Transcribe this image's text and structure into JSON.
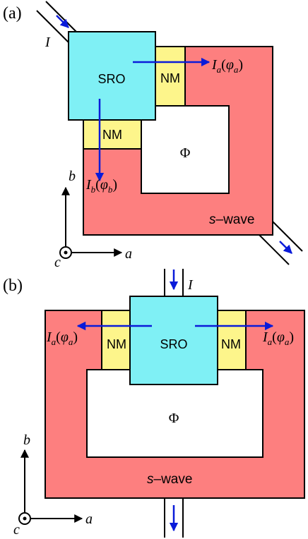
{
  "panels": [
    {
      "label": "(a)",
      "sro": "SRO",
      "nm_right": "NM",
      "nm_bottom": "NM",
      "phi": "Φ",
      "swave_s": "s",
      "swave_rest": "–wave",
      "current_in": "I",
      "current_out_a": {
        "main": "I",
        "sub": "a",
        "phase": "φ",
        "phase_sub": "a"
      },
      "current_out_b": {
        "main": "I",
        "sub": "b",
        "phase": "φ",
        "phase_sub": "b"
      },
      "axis_b": "b",
      "axis_a": "a",
      "axis_c": "c"
    },
    {
      "label": "(b)",
      "sro": "SRO",
      "nm_left": "NM",
      "nm_right": "NM",
      "phi": "Φ",
      "swave_s": "s",
      "swave_rest": "–wave",
      "current_in": "I",
      "current_left": {
        "main": "I",
        "sub": "a",
        "phase": "φ",
        "phase_sub": "a"
      },
      "current_right": {
        "main": "I",
        "sub": "a",
        "phase": "φ",
        "phase_sub": "a"
      },
      "axis_b": "b",
      "axis_a": "a",
      "axis_c": "c"
    }
  ],
  "colors": {
    "swave": "#fd7f7f",
    "sro": "#7ff0f5",
    "nm": "#fdf58b",
    "arrow": "#0a1bd9"
  }
}
